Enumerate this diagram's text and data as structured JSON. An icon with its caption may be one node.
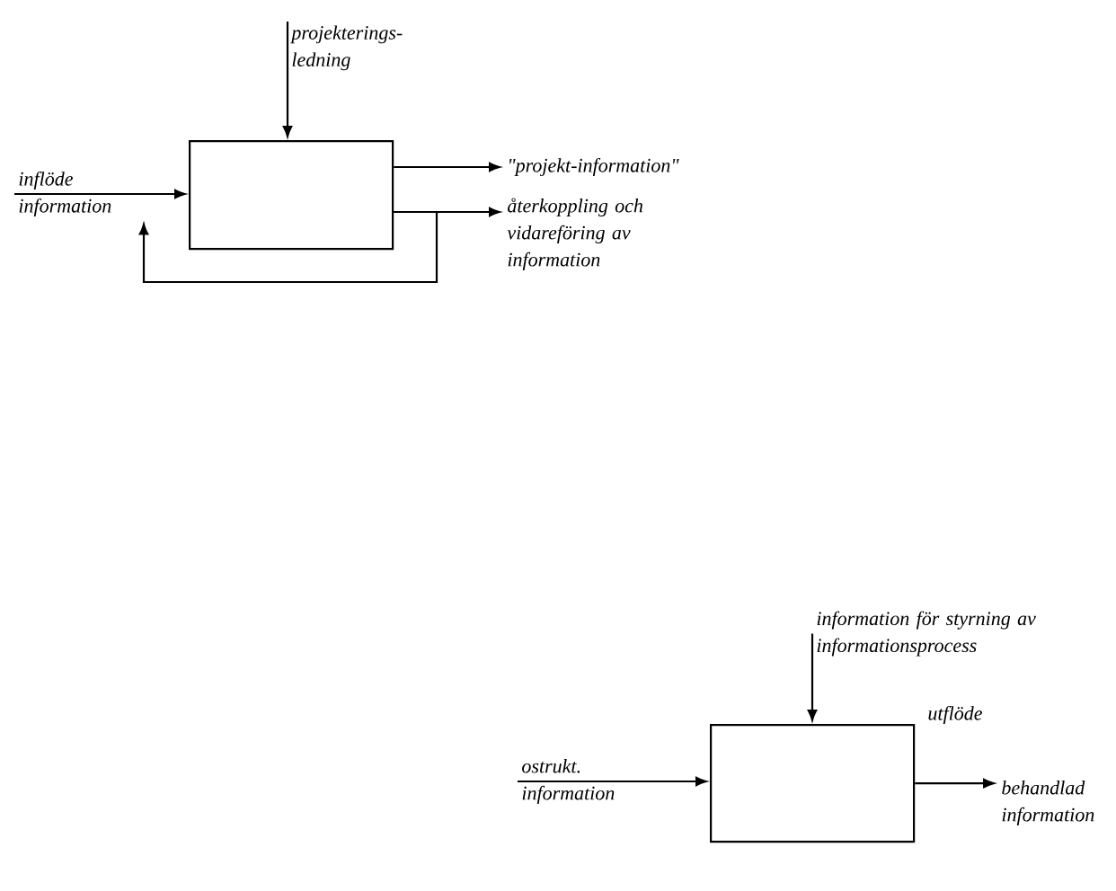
{
  "diagram": {
    "nodes": [
      {
        "text": [],
        "shape": "box"
      },
      {
        "text": [
          "projekterings- ledning"
        ]
      },
      {
        "text": [
          "inflöde information"
        ]
      },
      {
        "text": [
          "\"projekt-information\""
        ]
      },
      {
        "text": [
          "återkoppling och vidareföring av information"
        ]
      },
      {
        "text": [],
        "shape": "box"
      },
      {
        "text": [
          "information för styrning av informationsprocess"
        ]
      },
      {
        "text": [
          "ostrukt. information"
        ]
      },
      {
        "text": [
          "behandlad information"
        ]
      }
    ],
    "edges": [
      {
        "from": 1,
        "to": 0,
        "arrow": "to"
      },
      {
        "from": 2,
        "to": 0,
        "arrow": "to"
      },
      {
        "from": 0,
        "to": 3,
        "arrow": "to"
      },
      {
        "from": 0,
        "to": 4,
        "arrow": "to"
      },
      {
        "from": 0,
        "to": 2,
        "arrow": "to"
      },
      {
        "from": 6,
        "to": 5,
        "arrow": "to"
      },
      {
        "from": 7,
        "to": 5,
        "arrow": "to"
      },
      {
        "from": 5,
        "to": 8,
        "arrow": "to"
      }
    ],
    "labels": [
      "utflöde"
    ]
  }
}
